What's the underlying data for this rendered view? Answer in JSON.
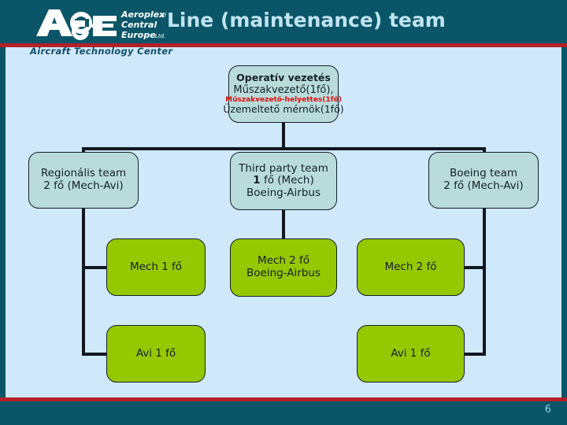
{
  "header": {
    "title": "Line (maintenance) team",
    "logo_main": "AcE",
    "logo_line1": "Aeroplex of",
    "logo_line2": "Central",
    "logo_line3": "Europe Ltd.",
    "subbrand": "Aircraft Technology Center"
  },
  "footer": {
    "page_number": "6"
  },
  "colors": {
    "header_bg": "#0a5568",
    "accent_red": "#b32028",
    "body_bg": "#cfe8fa",
    "node_teal": "#b9dcdb",
    "node_green": "#96c800",
    "title_text": "#bfe4f2",
    "highlight_red": "#e01010"
  },
  "org_chart": {
    "top": {
      "line1": "Operatív vezetés",
      "line2": "Műszakvezető(1fő),",
      "line3": "Műszakvezető-helyettes(1fő)",
      "line4": "Üzemeltető mérnök(1fő)"
    },
    "teams": [
      {
        "id": "regional",
        "line1": "Regionális team",
        "line2": "2 fő (Mech-Avi)",
        "line3": ""
      },
      {
        "id": "third-party",
        "line1": "Third party team",
        "line2": "1 fő (Mech)",
        "line2_bold_prefix": "1",
        "line3": "Boeing-Airbus"
      },
      {
        "id": "boeing",
        "line1": "Boeing team",
        "line2": "2 fő (Mech-Avi)",
        "line3": ""
      }
    ],
    "staff": [
      {
        "id": "mech-1",
        "line1": "Mech  1 fő",
        "line2": ""
      },
      {
        "id": "mech-2-boeing-airbus",
        "line1": "Mech  2 fő",
        "line2": "Boeing-Airbus"
      },
      {
        "id": "mech-2",
        "line1": "Mech  2 fő",
        "line2": ""
      },
      {
        "id": "avi-1-left",
        "line1": "Avi  1 fő",
        "line2": ""
      },
      {
        "id": "avi-1-right",
        "line1": "Avi 1 fő",
        "line2": ""
      }
    ]
  }
}
